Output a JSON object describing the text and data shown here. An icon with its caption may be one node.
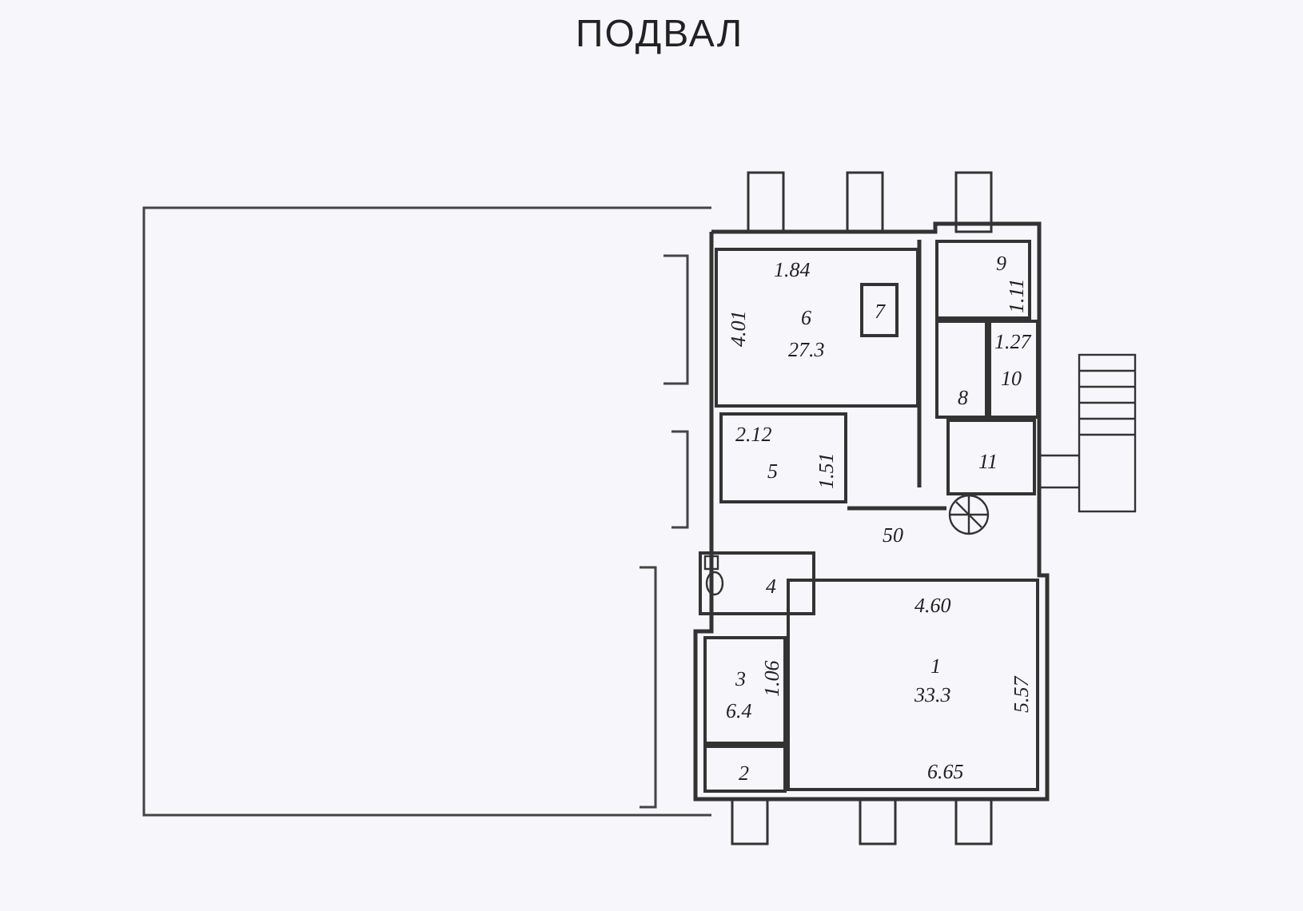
{
  "diagram": {
    "title": "ПОДВАЛ",
    "nodes": [
      {
        "text": [
          "1.84",
          "4.01",
          "6",
          "27.3"
        ]
      },
      {
        "text": [
          "7"
        ],
        "in": 0
      },
      {
        "text": [
          "9",
          "1.11"
        ]
      },
      {
        "text": [
          "8"
        ]
      },
      {
        "text": [
          "1.27",
          "10"
        ]
      },
      {
        "text": [
          "2.12",
          "5",
          "1.51"
        ]
      },
      {
        "text": [
          "11"
        ]
      },
      {
        "text": [
          "4"
        ]
      },
      {
        "text": [
          "3",
          "6.4",
          "1.06"
        ]
      },
      {
        "text": [
          "4.60",
          "1",
          "33.3",
          "5.57",
          "6.65"
        ]
      },
      {
        "text": [
          "2"
        ]
      }
    ],
    "labels": [
      "50"
    ]
  }
}
